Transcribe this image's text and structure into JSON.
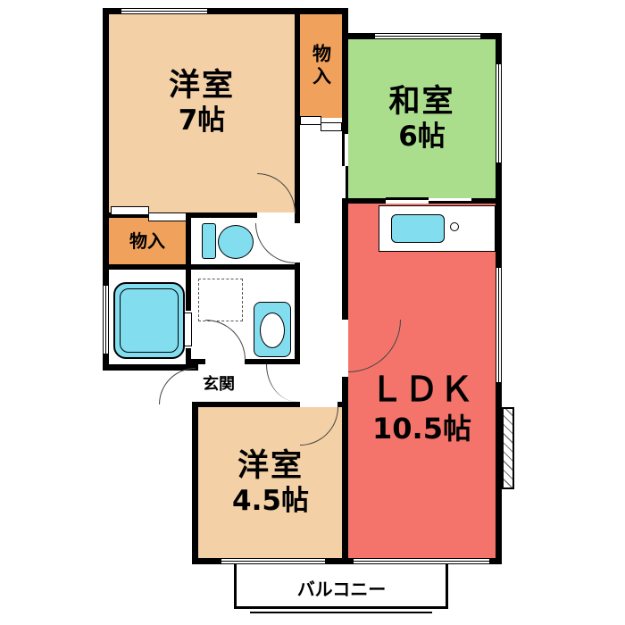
{
  "floor_plan": {
    "background_color": "#ffffff",
    "wall_color": "#000000",
    "fixture_color": "#82ddef",
    "rooms": {
      "western7": {
        "name": "洋室",
        "size": "7帖",
        "floor_color": "#f3d0a6"
      },
      "closet_top": {
        "name": "物入",
        "floor_color": "#f0a15c"
      },
      "japanese6": {
        "name": "和室",
        "size": "6帖",
        "floor_color": "#aadd8c"
      },
      "closet_mid": {
        "name": "物入",
        "floor_color": "#f0a15c"
      },
      "ldk": {
        "name": "ＬＤＫ",
        "size": "10.5帖",
        "floor_color": "#f4746b"
      },
      "western45": {
        "name": "洋室",
        "size": "4.5帖",
        "floor_color": "#f3d0a6"
      },
      "genkan": {
        "name": "玄関"
      },
      "balcony": {
        "name": "バルコニー"
      }
    },
    "fixtures": {
      "toilet": "toilet-icon",
      "kitchen_sink": "kitchen-sink-icon",
      "bathtub": "bathtub-icon",
      "washbasin": "washbasin-icon",
      "washing_machine_space": "washing-machine-space"
    }
  }
}
